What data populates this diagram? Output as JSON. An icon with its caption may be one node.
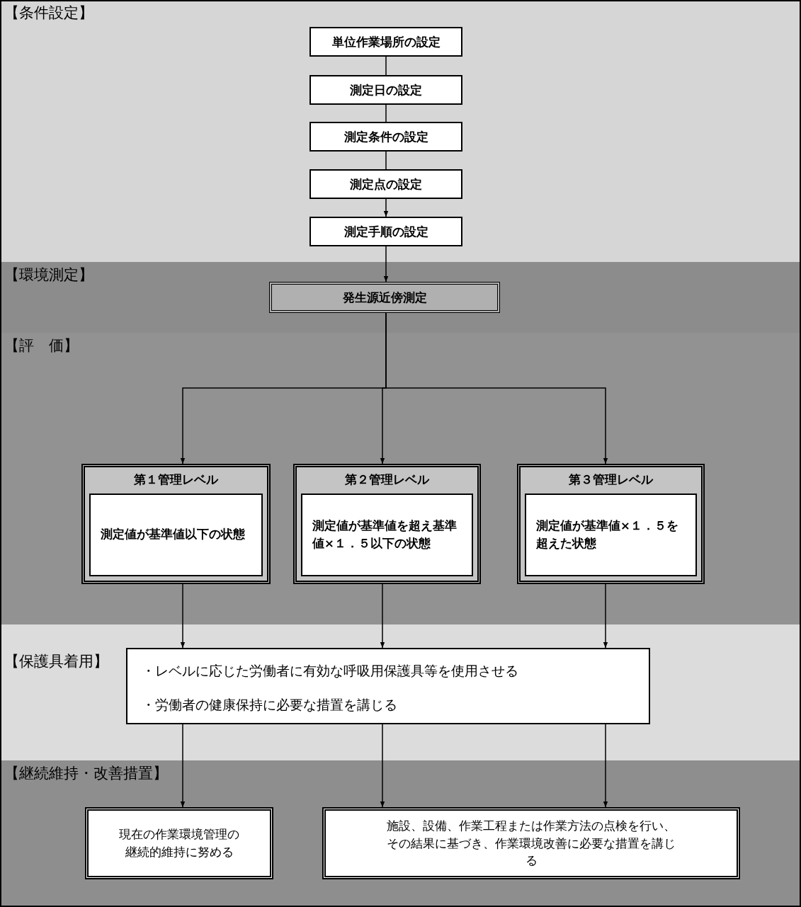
{
  "diagram": {
    "nodes": [
      {
        "text": [
          "【条件設定】"
        ]
      },
      {
        "text": [
          "単位作業場所の設定"
        ],
        "in": 0
      },
      {
        "text": [
          "測定日の設定"
        ],
        "in": 0
      },
      {
        "text": [
          "測定条件の設定"
        ],
        "in": 0
      },
      {
        "text": [
          "測定点の設定"
        ],
        "in": 0
      },
      {
        "text": [
          "測定手順の設定"
        ],
        "in": 0
      },
      {
        "text": [
          "【環境測定】"
        ]
      },
      {
        "text": [
          "発生源近傍測定"
        ],
        "in": 6
      },
      {
        "text": [
          "【評　価】"
        ]
      },
      {
        "text": [
          "第１管理レベル",
          "測定値が基準値以下の状態"
        ],
        "in": 8
      },
      {
        "text": [
          "第２管理レベル",
          "測定値が基準値を超え基準値×１．５以下の状態"
        ],
        "in": 8
      },
      {
        "text": [
          "第３管理レベル",
          "測定値が基準値×１．５を超えた状態"
        ],
        "in": 8
      },
      {
        "text": [
          "【保護具着用】"
        ]
      },
      {
        "text": [
          "・レベルに応じた労働者に有効な呼吸用保護具等を使用させる",
          "・労働者の健康保持に必要な措置を講じる"
        ],
        "in": 12
      },
      {
        "text": [
          "【継続維持・改善措置】"
        ]
      },
      {
        "text": [
          "現在の作業環境管理の継続的維持に努める"
        ],
        "in": 14
      },
      {
        "text": [
          "施設、設備、作業工程または作業方法の点検を行い、その結果に基づき、作業環境改善に必要な措置を講じる"
        ],
        "in": 14
      }
    ],
    "edges": [
      {
        "from": 1,
        "to": 2,
        "arrow": "none"
      },
      {
        "from": 2,
        "to": 3,
        "arrow": "none"
      },
      {
        "from": 3,
        "to": 4,
        "arrow": "none"
      },
      {
        "from": 4,
        "to": 5,
        "arrow": "to"
      },
      {
        "from": 5,
        "to": 7,
        "arrow": "to"
      },
      {
        "from": 7,
        "to": 9,
        "arrow": "to"
      },
      {
        "from": 7,
        "to": 10,
        "arrow": "to"
      },
      {
        "from": 7,
        "to": 11,
        "arrow": "to"
      },
      {
        "from": 9,
        "to": 13,
        "arrow": "to"
      },
      {
        "from": 10,
        "to": 13,
        "arrow": "to"
      },
      {
        "from": 11,
        "to": 13,
        "arrow": "to"
      },
      {
        "from": 13,
        "to": 15,
        "arrow": "to"
      },
      {
        "from": 13,
        "to": 16,
        "arrow": "to"
      },
      {
        "from": 13,
        "to": 16,
        "arrow": "to"
      }
    ]
  }
}
